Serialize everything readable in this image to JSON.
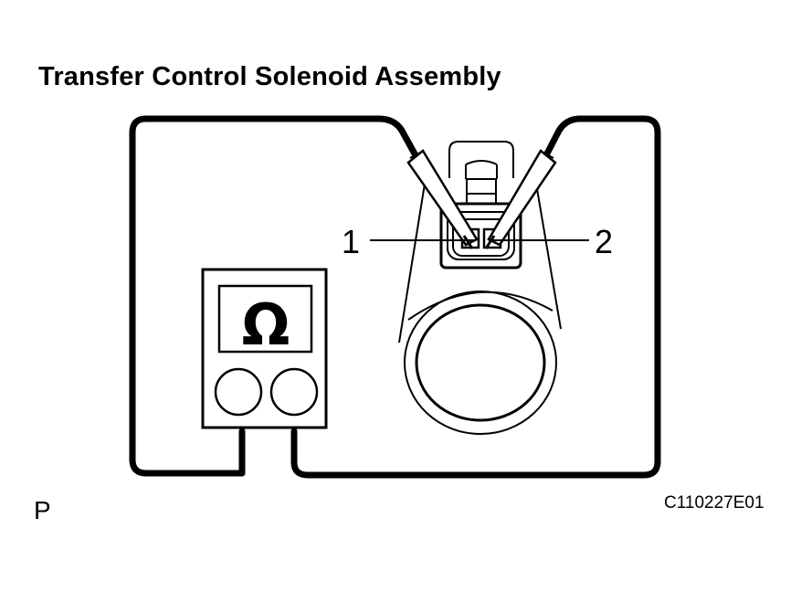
{
  "title": "Transfer Control Solenoid Assembly",
  "figure_code": "C110227E01",
  "corner_mark": "P",
  "terminals": {
    "left": "1",
    "right": "2"
  },
  "meter": {
    "symbol": "Ω"
  },
  "icons": {
    "meter": "ohmmeter-icon",
    "solenoid": "solenoid-icon"
  }
}
